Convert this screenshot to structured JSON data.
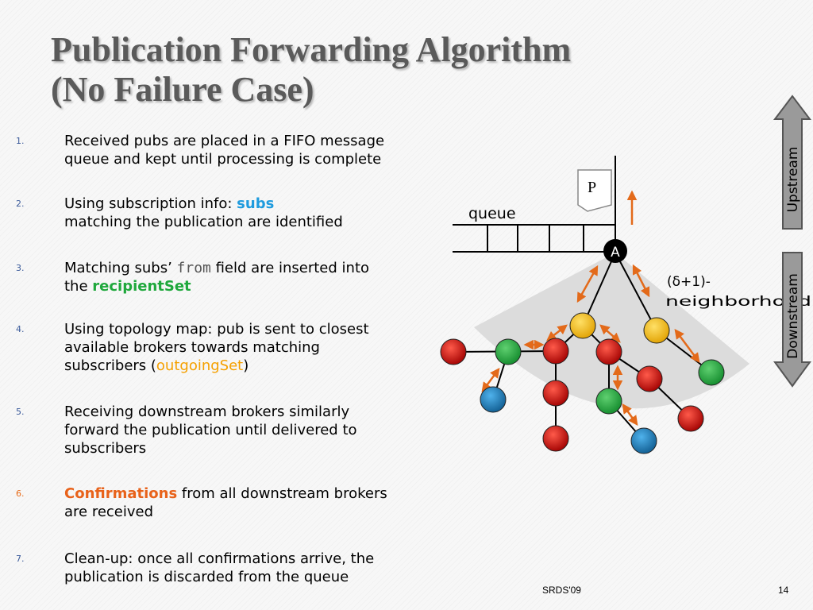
{
  "slide": {
    "title_line1": "Publication Forwarding Algorithm",
    "title_line2": "(No Failure Case)"
  },
  "steps": [
    {
      "num": "1.",
      "line1": "Received pubs are placed in a FIFO message",
      "line2": "queue and kept until processing is complete"
    },
    {
      "num": "2.",
      "pre": "Using subscription info: ",
      "kw": "subs",
      "line2": "matching the publication are identified"
    },
    {
      "num": "3.",
      "pre": "Matching subs’ ",
      "code": "from",
      "post": " field are inserted into",
      "line2pre": "the ",
      "kw": "recipientSet"
    },
    {
      "num": "4.",
      "line1": "Using topology map: pub is sent to closest",
      "line2": "available brokers towards matching",
      "line3pre": "subscribers (",
      "kw": "outgoingSet",
      "line3post": ")"
    },
    {
      "num": "5.",
      "line1": "Receiving downstream brokers similarly",
      "line2": "forward the publication until delivered to",
      "line3": "subscribers"
    },
    {
      "num": "6.",
      "kw": "Confirmations",
      "post": " from all downstream brokers",
      "line2": "are received"
    },
    {
      "num": "7.",
      "line1": "Clean-up: once all confirmations arrive, the",
      "line2": "publication is discarded from the queue"
    }
  ],
  "diagram": {
    "pub_label": "P",
    "queue_label": "queue",
    "node_a_label": "A",
    "neighborhood_line1": "(δ+1)-",
    "neighborhood_line2": "neighborhood",
    "upstream_label": "Upstream",
    "downstream_label": "Downstream",
    "colors": {
      "red_broker": "#cc0000",
      "yellow_broker": "#f5b800",
      "green_broker": "#1fae3e",
      "blue_subscriber": "#1a7fc0",
      "arrow": "#e36a1a",
      "neighborhood_fill": "#dcdcdc"
    }
  },
  "footer": {
    "tag": "SRDS'09",
    "page": "14"
  }
}
